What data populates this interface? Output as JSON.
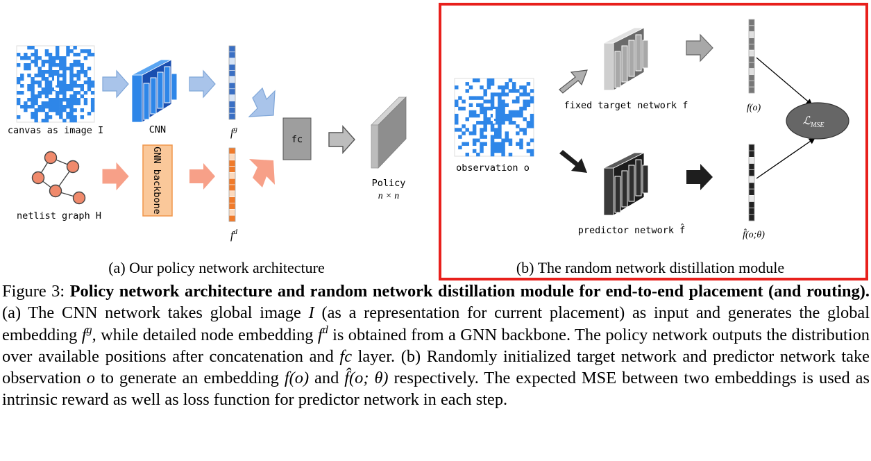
{
  "figure": {
    "panel_a": {
      "subcaption": "(a)  Our policy network architecture",
      "canvas_label": "canvas as image I",
      "cnn_label": "CNN",
      "fg_label": "f",
      "fg_sup": "g",
      "gnn_label": "GNN backbone",
      "netlist_label": "netlist graph H",
      "fd_label": "f",
      "fd_sup": "d",
      "fc_label": "fc",
      "policy_label": "Policy",
      "policy_size": "n × n"
    },
    "panel_b": {
      "subcaption": "(b)  The random network distillation module",
      "observation_label": "observation o",
      "fixed_label": "fixed target network f",
      "predictor_label": "predictor network f̂",
      "fo_label": "f(o)",
      "fhat_label": "f̂(o;θ)",
      "loss_label": "ℒ",
      "loss_sub": "MSE"
    },
    "colors": {
      "blue": "#2e86e8",
      "orange": "#f07a2a",
      "red_border": "#e8201c",
      "light_blue_arrow": "#a9c4ea",
      "salmon_arrow": "#f7a088",
      "gnn_fill": "#fac89a",
      "gray_box": "#9e9e9e"
    }
  },
  "caption": {
    "label": "Figure 3:",
    "title": "Policy network architecture and random network distillation module for end-to-end placement (and routing).",
    "body_1": " (a) The CNN network takes global image ",
    "var_I": "I",
    "body_2": " (as a representation for current placement) as input and generates the global embedding ",
    "var_f1": "f",
    "sup_g": "g",
    "body_3": ", while detailed node embedding ",
    "var_f2": "f",
    "sup_d": "d",
    "body_4": " is obtained from a GNN backbone. The policy network outputs the distribution over available positions after concatenation and ",
    "var_fc": "fc",
    "body_5": " layer. (b) Randomly initialized target network and predictor network take observation ",
    "var_o": "o",
    "body_6": " to generate an embedding ",
    "var_fo": "f(o)",
    "body_7": " and ",
    "var_fhat": "f̂(o; θ)",
    "body_8": " respectively. The expected MSE between two embeddings is used as intrinsic reward as well as loss function for predictor network in each step."
  }
}
